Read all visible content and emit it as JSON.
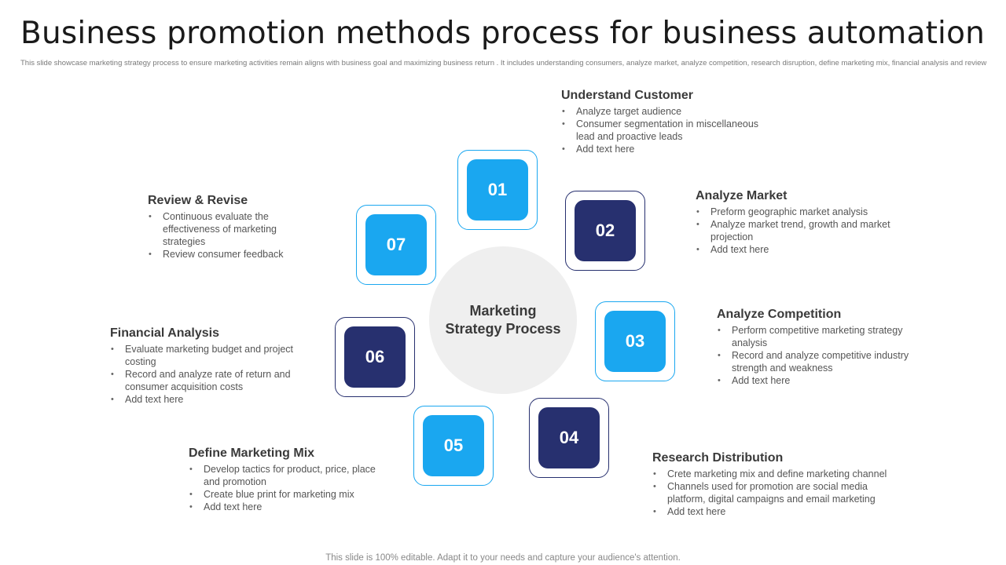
{
  "title": "Business promotion methods process for business automation",
  "subtitle": "This slide showcase marketing strategy process to ensure marketing activities remain aligns with business goal and maximizing business return . It includes understanding consumers, analyze market, analyze competition, research disruption, define marketing mix, financial analysis and review",
  "center": {
    "label": "Marketing\nStrategy Process",
    "color": "#efefef"
  },
  "colors": {
    "light": "#1aa7f0",
    "dark": "#27306f"
  },
  "nodes": [
    {
      "number": "01",
      "style": "light"
    },
    {
      "number": "02",
      "style": "dark"
    },
    {
      "number": "03",
      "style": "light"
    },
    {
      "number": "04",
      "style": "dark"
    },
    {
      "number": "05",
      "style": "light"
    },
    {
      "number": "06",
      "style": "dark"
    },
    {
      "number": "07",
      "style": "light"
    }
  ],
  "steps": {
    "understand_customer": {
      "title": "Understand Customer",
      "bullets": [
        "Analyze target audience",
        "Consumer segmentation in miscellaneous lead and proactive  leads",
        "Add text here"
      ]
    },
    "analyze_market": {
      "title": "Analyze Market",
      "bullets": [
        "Preform   geographic market analysis",
        "Analyze market trend, growth and market projection",
        "Add text here"
      ]
    },
    "analyze_competition": {
      "title": "Analyze Competition",
      "bullets": [
        "Perform competitive marketing strategy analysis",
        "Record and analyze competitive industry strength and weakness",
        "Add text here"
      ]
    },
    "research_distribution": {
      "title": "Research Distribution",
      "bullets": [
        "Crete marketing mix and define  marketing channel",
        "Channels used for promotion are social media platform, digital campaigns and email marketing",
        "Add text here"
      ]
    },
    "define_marketing_mix": {
      "title": "Define Marketing Mix",
      "bullets": [
        "Develop tactics for product, price, place and promotion",
        "Create blue print for marketing mix",
        "Add text here"
      ]
    },
    "financial_analysis": {
      "title": "Financial Analysis",
      "bullets": [
        "Evaluate marketing budget and project costing",
        "Record and analyze rate of return and consumer acquisition costs",
        "Add text here"
      ]
    },
    "review_revise": {
      "title": "Review & Revise",
      "bullets": [
        "Continuous evaluate the effectiveness  of marketing strategies",
        "Review  consumer feedback"
      ]
    }
  },
  "footer": "This slide is 100% editable. Adapt it to your needs and capture your audience's attention."
}
